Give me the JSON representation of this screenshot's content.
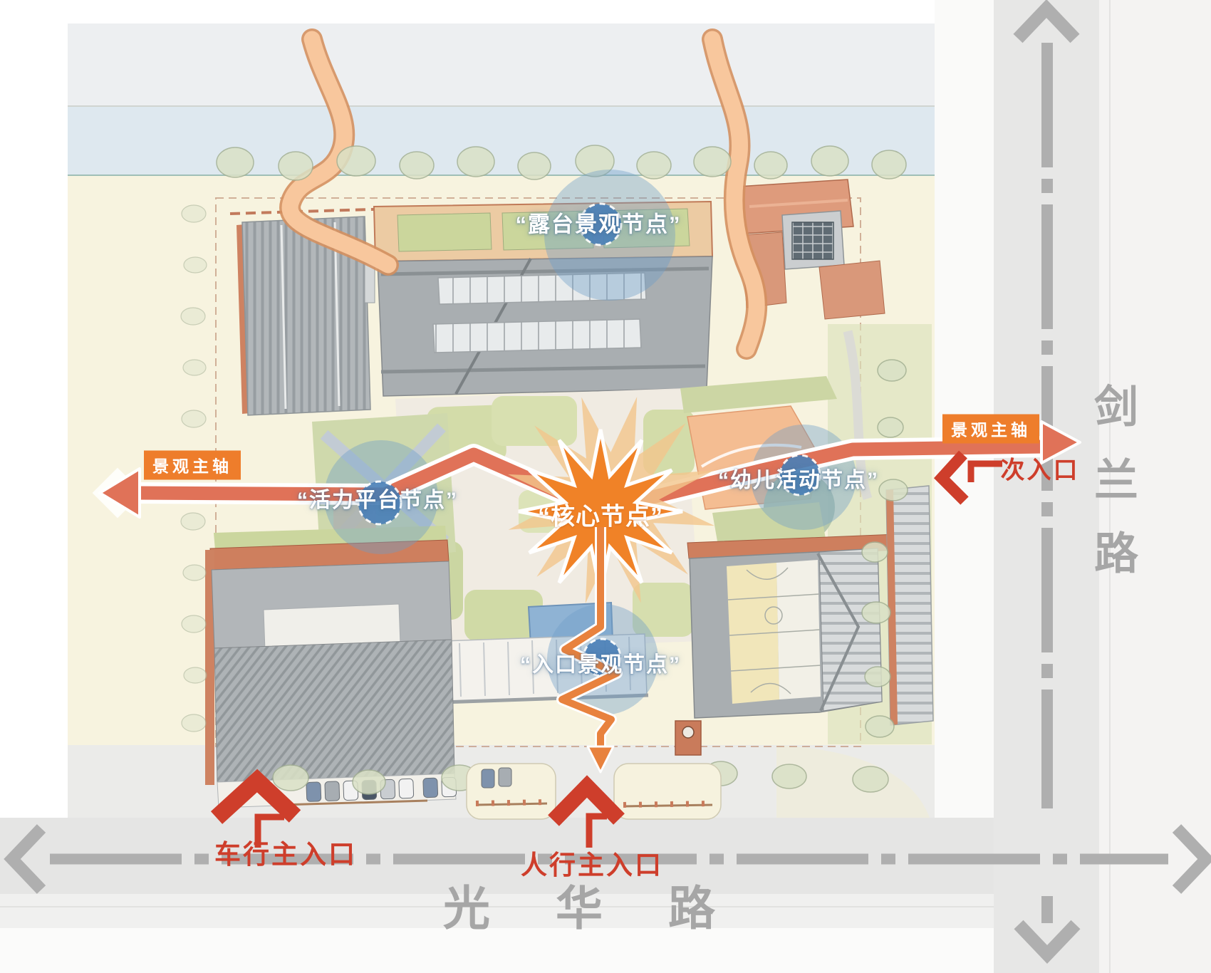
{
  "diagram": {
    "nodes": {
      "terrace": {
        "label": "“露台景观节点”"
      },
      "vitality": {
        "label": "“活力平台节点”"
      },
      "core": {
        "label": "“核心节点”"
      },
      "kids": {
        "label": "“幼儿活动节点”"
      },
      "entrance_node": {
        "label": "“入口景观节点”"
      }
    },
    "axis": {
      "label_left": "景观主轴",
      "label_right": "景观主轴"
    },
    "entrances": {
      "secondary": "次入口",
      "vehicle_main": "车行主入口",
      "pedestrian_main": "人行主入口"
    },
    "roads": {
      "south": "光华路",
      "east": "剑兰路"
    }
  },
  "colors": {
    "axis": "#E07258",
    "label_box": "#EE7D2B",
    "node_fill": "#4A80B8",
    "node_halo": "#6F9EC9",
    "star": "#F08227",
    "star_glow": "#F2C68C",
    "entrance_red": "#CE3E2B",
    "flow_orange": "#E8823E",
    "road_marking": "#AFAFAF",
    "road_text": "#A6A6A6",
    "site_cream": "#F7F3DF",
    "water_blue": "#DEE8EF"
  }
}
